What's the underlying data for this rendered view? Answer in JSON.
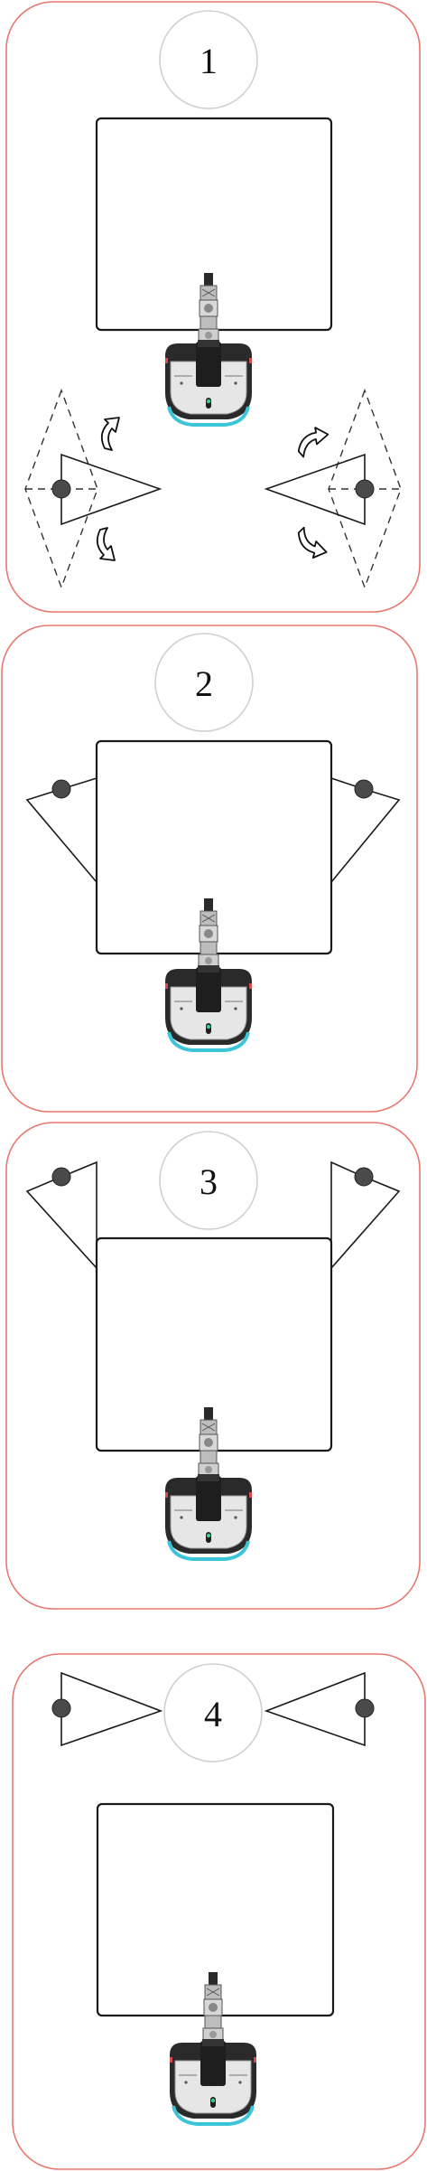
{
  "colors": {
    "panel_border": "#e8776f",
    "circle_border": "#d0d0d0",
    "outline": "#1a1a1a",
    "sensor_dot": "#4a4a4a",
    "robot_dark": "#2a2a2a",
    "robot_light": "#e6e6e6",
    "robot_accent": "#3cc4d8"
  },
  "icons": {
    "robot": "robot-arm-topdown-icon",
    "camera": "camera-fov-triangle-icon",
    "rotate": "curved-rotate-arrow-icon"
  },
  "steps": [
    {
      "number": "1"
    },
    {
      "number": "2"
    },
    {
      "number": "3"
    },
    {
      "number": "4"
    }
  ]
}
